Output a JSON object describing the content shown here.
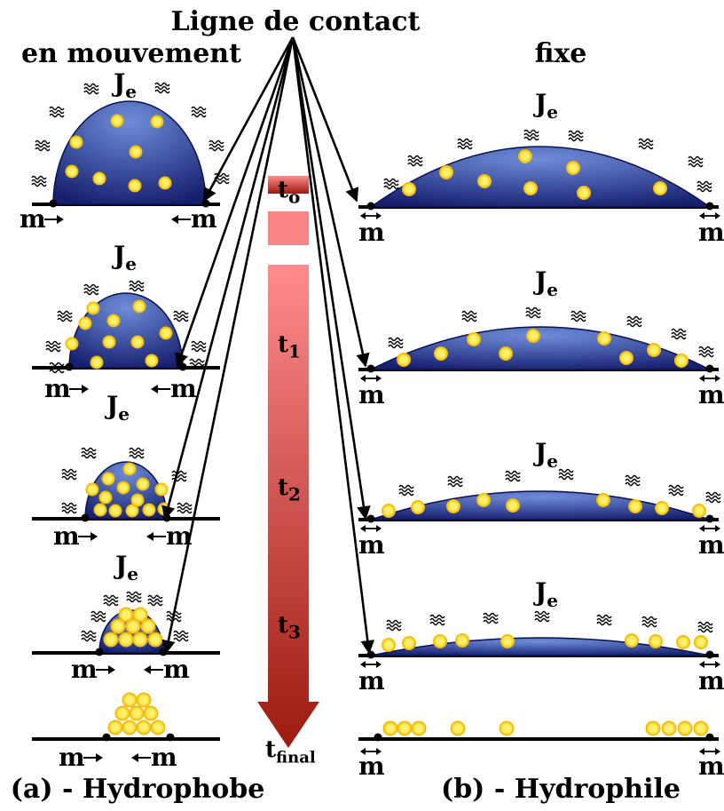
{
  "title": "Ligne de contact",
  "left_header": "en mouvement",
  "right_header": "fixe",
  "flux_label": "J",
  "flux_subscript": "e",
  "mass_label": "m",
  "time_labels": [
    {
      "main": "t",
      "sub": "o"
    },
    {
      "main": "t",
      "sub": "1"
    },
    {
      "main": "t",
      "sub": "2"
    },
    {
      "main": "t",
      "sub": "3"
    },
    {
      "main": "t",
      "sub": "final"
    }
  ],
  "left_caption": "(a) - Hydrophobe",
  "right_caption": "(b) - Hydrophile",
  "colors": {
    "droplet_dark": "#151f6e",
    "droplet_light": "#6f8dd8",
    "particle_outer": "#f2b900",
    "particle_inner": "#fff06a",
    "arrow_top": "#ff8c8c",
    "arrow_bottom": "#9c1a10"
  },
  "icons": {
    "vapor": "vapor-squiggle-icon",
    "particle": "nanoparticle-icon",
    "contact_point": "contact-point-icon",
    "time_arrow": "time-arrow-icon"
  }
}
